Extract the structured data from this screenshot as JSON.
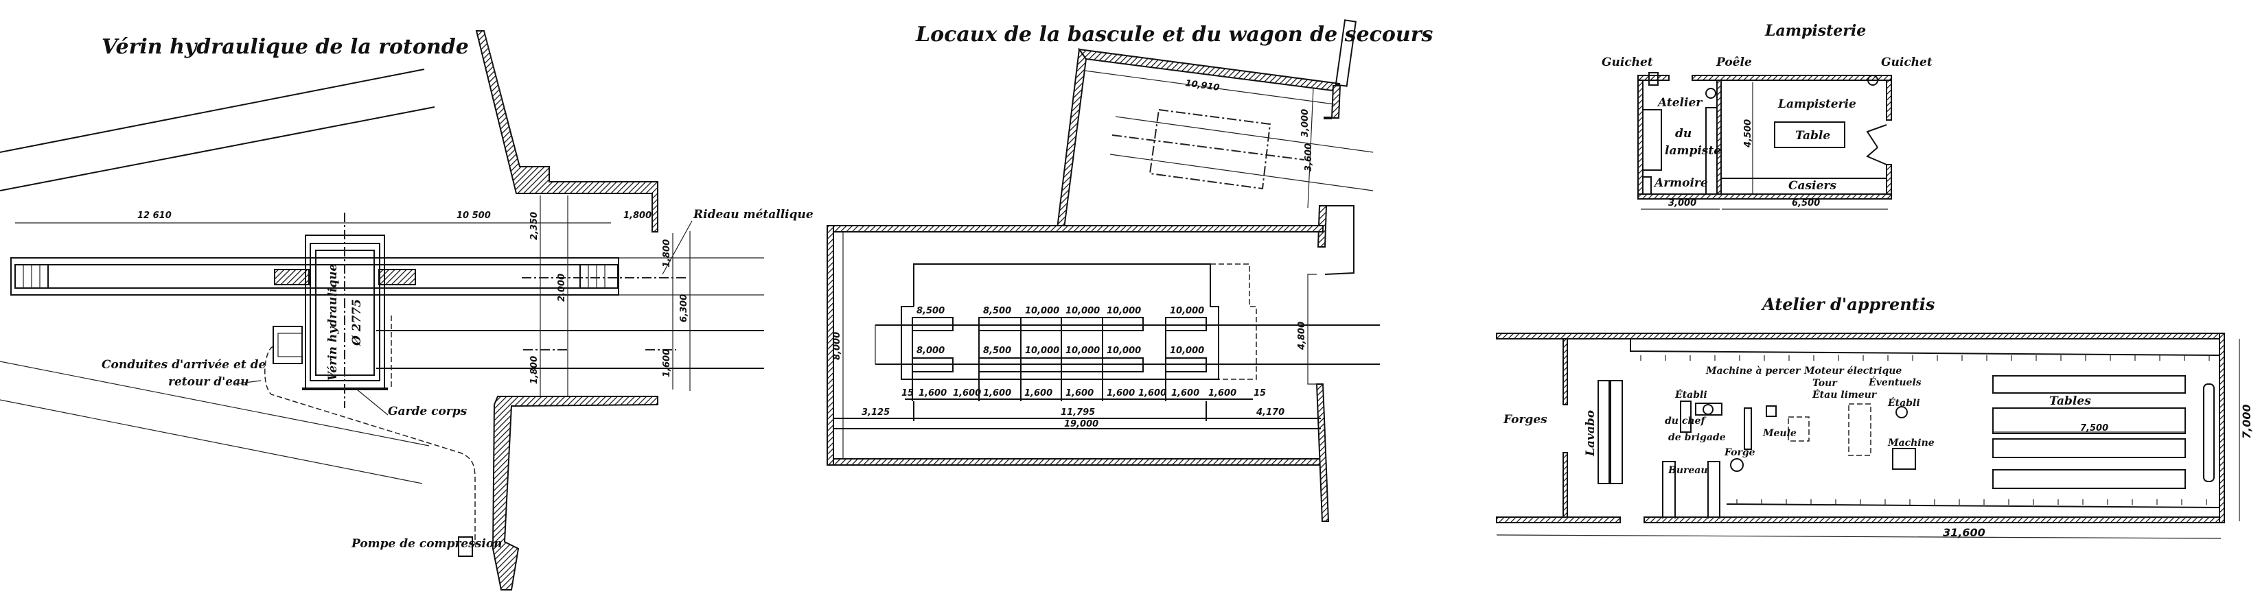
{
  "colors": {
    "ink": "#111111",
    "paper": "#ffffff"
  },
  "plan_verin": {
    "title": "Vérin hydraulique de la rotonde",
    "labels": {
      "rideau": "Rideau métallique",
      "verin": "Vérin hydraulique",
      "diametre": "Ø 2775",
      "conduites_1": "Conduites d'arrivée et de",
      "conduites_2": "retour d'eau",
      "garde_corps": "Garde corps",
      "pompe": "Pompe de compression"
    },
    "dimensions": {
      "d1": "12 610",
      "d2": "10 500",
      "d3": "1,800",
      "v1": "2,350",
      "v2": "2,000",
      "v3": "6,300",
      "v4": "1,800",
      "v5": "1,800",
      "v6": "1,600"
    }
  },
  "plan_bascule": {
    "title": "Locaux de la bascule et du wagon de secours",
    "weights_top": [
      "8,500",
      "8,500",
      "10,000",
      "10,000",
      "10,000",
      "10,000"
    ],
    "weights_bottom": [
      "8,000",
      "8,500",
      "10,000",
      "10,000",
      "10,000",
      "10,000"
    ],
    "spacings": [
      "15",
      "1,600",
      "1,600",
      "1,600",
      "1,600",
      "1,600",
      "1,600",
      "1,600",
      "1,600",
      "1,600",
      "15"
    ],
    "dimensions": {
      "left": "3,125",
      "middle": "11,795",
      "right": "4,170",
      "total": "19,000",
      "height": "8,000",
      "bay": "4,800",
      "shed_length": "10,910",
      "shed_a": "3,000",
      "shed_b": "3,600"
    }
  },
  "plan_lampisterie": {
    "title": "Lampisterie",
    "labels": {
      "guichet_left": "Guichet",
      "poele": "Poêle",
      "guichet_right": "Guichet",
      "atelier": "Atelier",
      "du": "du",
      "lampiste": "lampiste",
      "armoire": "Armoire",
      "lampisterie": "Lampisterie",
      "table": "Table",
      "casiers": "Casiers"
    },
    "dimensions": {
      "width_a": "3,000",
      "width_b": "6,500",
      "depth": "4,500"
    }
  },
  "plan_atelier": {
    "title": "Atelier d'apprentis",
    "labels": {
      "forges": "Forges",
      "lavabo": "Lavabo",
      "machine_percer": "Machine à percer",
      "etabli": "Établi",
      "du_chef": "du chef",
      "de_brigade": "de brigade",
      "forge": "Forge",
      "meule": "Meule",
      "moteur": "Moteur électrique",
      "tour": "Tour",
      "etau_limeur": "Étau limeur",
      "eventuels": "Éventuels",
      "etabli2": "Établi",
      "machine": "Machine",
      "tables": "Tables",
      "bureau": "Bureau"
    },
    "dimensions": {
      "length": "31,600",
      "width": "7,000",
      "tables": "7,500"
    }
  }
}
